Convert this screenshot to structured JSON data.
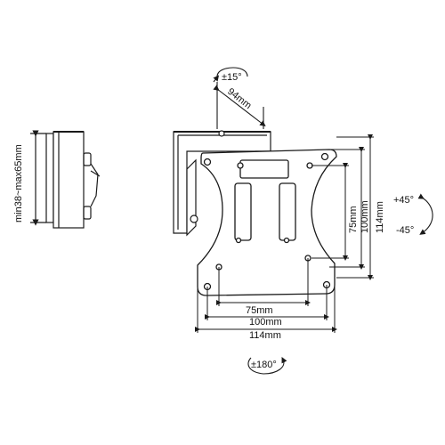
{
  "labels": {
    "tilt": "±15°",
    "depth_offset": "94mm",
    "wall_gap": "min38~max65mm",
    "swivel_pos": "+45°",
    "swivel_neg": "-45°",
    "rotation": "±180°",
    "vesa_75": "75mm",
    "vesa_100": "100mm",
    "vesa_114": "114mm"
  },
  "colors": {
    "line": "#1a1a1a",
    "background": "#ffffff"
  }
}
